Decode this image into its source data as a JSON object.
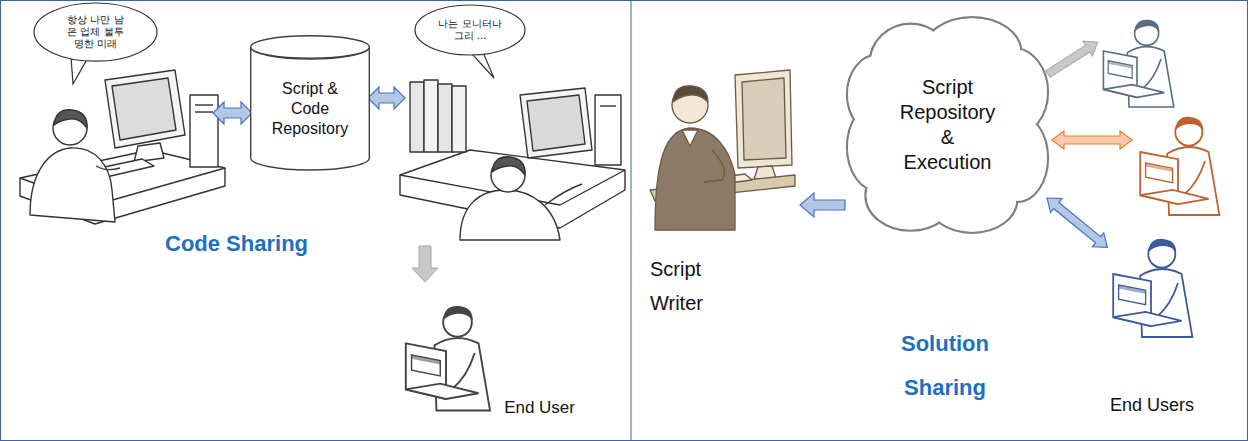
{
  "diagram": {
    "nodes": [
      {
        "text": [
          "항상 나만 남은 업체 불투명한 미래"
        ]
      },
      {
        "text": [
          "Script & Code Repository"
        ]
      },
      {
        "text": [
          "나는 모니터나 그리 ..."
        ]
      },
      {
        "text": [
          "End User"
        ]
      },
      {
        "text": [
          "Script Writer"
        ]
      },
      {
        "text": [
          "Script Repository & Execution"
        ]
      }
    ],
    "edges": [
      {
        "from": 5,
        "to": 4,
        "arrow": "to"
      }
    ],
    "labels": [
      "Code Sharing",
      "Solution Sharing",
      "End Users"
    ]
  }
}
